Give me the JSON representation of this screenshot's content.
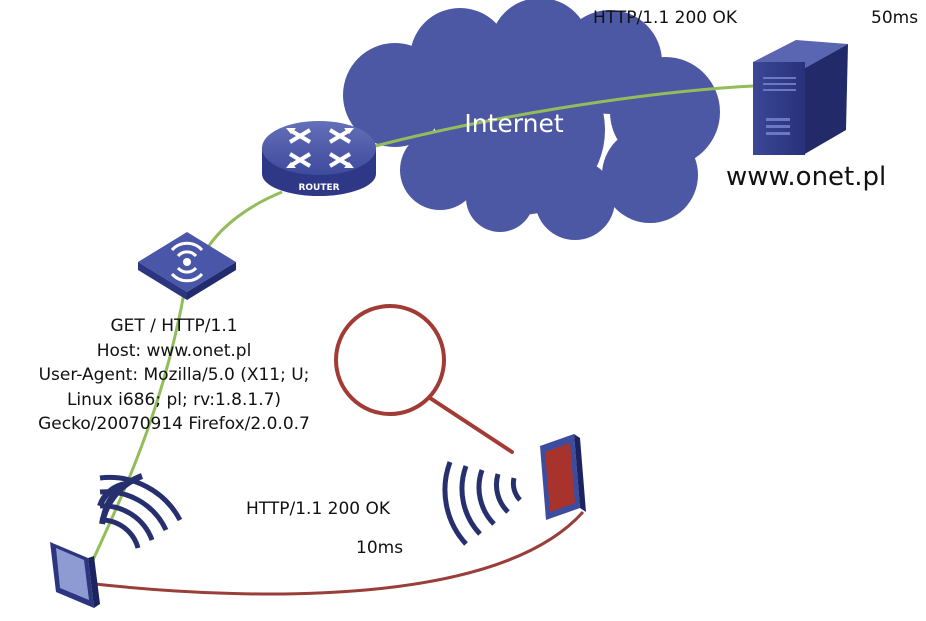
{
  "colors": {
    "cloud": "#4d58a4",
    "device_blue": "#3c4c9e",
    "screen_light": "#8e9bd2",
    "wired_link": "#93bd5a",
    "sniff_link": "#9a3e3a",
    "attacker_screen": "#a8332c",
    "lens": "#a23b36"
  },
  "icons": {
    "cloud": "cloud-icon",
    "server": "server-icon",
    "router": "router-icon",
    "access_point": "wireless-access-point-icon",
    "client": "tablet-client-icon",
    "attacker": "tablet-attacker-icon",
    "magnifier": "magnifying-glass-icon"
  },
  "cloud_label": "Internet",
  "router_label": "ROUTER",
  "server": {
    "name": "www.onet.pl",
    "response": "HTTP/1.1 200 OK",
    "latency": "50ms"
  },
  "request_lines": [
    "GET / HTTP/1.1",
    "Host: www.onet.pl",
    "User-Agent: Mozilla/5.0 (X11; U;",
    "Linux i686; pl; rv:1.8.1.7)",
    "Gecko/20070914 Firefox/2.0.0.7"
  ],
  "attacker": {
    "response": "HTTP/1.1 200 OK",
    "latency": "10ms"
  }
}
